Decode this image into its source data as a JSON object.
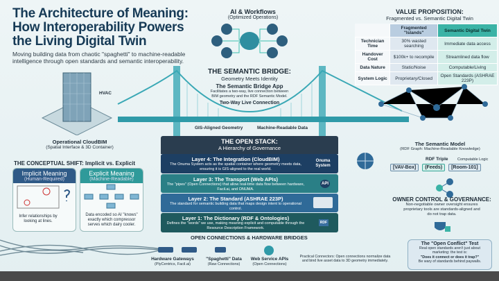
{
  "header": {
    "title_lines": [
      "The Architecture of Meaning:",
      "How Interoperability Powers",
      "the Living Digital Twin"
    ],
    "subtitle_lines": [
      "Moving building data from chaotic \"spaghetti\" to machine-readable",
      "intelligence through open standards and semantic interoperability."
    ]
  },
  "ai": {
    "title": "AI & Workflows",
    "subtitle": "(Optimized Operations)"
  },
  "value": {
    "title": "VALUE PROPOSITION:",
    "subtitle": "Fragmented vs. Semantic Digital Twin",
    "columns": [
      "",
      "Fragmented \"Islands\"",
      "Semantic Digital Twin"
    ],
    "rows": [
      [
        "Technician Time",
        "30% wasted searching",
        "Immediate data access"
      ],
      [
        "Handover Cost",
        "$100k+ to recompile",
        "Streamlined data flow"
      ],
      [
        "Data Nature",
        "Static/Noise",
        "Computable/Living"
      ],
      [
        "System Logic",
        "Proprietary/Closed",
        "Open Standards (ASHRAE 223P)"
      ]
    ],
    "colors": {
      "fragmented": "#b9cde0",
      "semantic": "#3bb3a6"
    }
  },
  "building": {
    "hvac": "HVAC",
    "title": "Operational CloudBIM",
    "subtitle": "(Spatial Interface & 3D Container)"
  },
  "bridge": {
    "title": "THE SEMANTIC BRIDGE:",
    "subtitle": "Geometry Meets Identity",
    "app_title": "The Semantic Bridge App",
    "app_desc_lines": [
      "Facilitates a two-way, live connection between",
      "BIM geometry and the RDF Semantic Model."
    ],
    "connection": "Two-Way Live Connection",
    "left_label": "GIS-Aligned Geometry",
    "right_label": "Machine-Readable Data"
  },
  "stack": {
    "title": "THE OPEN STACK:",
    "subtitle": "A Hierarchy of Governance",
    "layers": [
      {
        "title": "Layer 4: The Integration (CloudBIM)",
        "desc": "The Onuma System acts as the spatial container where geometry meets data, ensuring it is GIS-aligned to the real world.",
        "badge": "Onuma System",
        "color": "#1d3f63"
      },
      {
        "title": "Layer 3: The Transport (Web APIs)",
        "desc": "The \"pipes\" (Open Connections) that allow real-time data flow between hardware, Facil.ai, and ONUMA.",
        "badge": "API",
        "color": "#2a7f86"
      },
      {
        "title": "Layer 2: The Standard (ASHRAE 223P)",
        "desc": "The standard for semantic building data that maps design intent to operational control.",
        "badge": "",
        "color": "#2f6a98"
      },
      {
        "title": "Layer 1: The Dictionary (RDF & Ontologies)",
        "desc": "Defines the \"words\" we use, making meaning explicit and computable through the Resource Description Framework.",
        "badge": "RDF",
        "color": "#1f5a5e"
      }
    ]
  },
  "shift": {
    "title": "THE CONCEPTUAL SHIFT: Implicit vs. Explicit",
    "implicit": {
      "title": "Implicit Meaning",
      "subtitle": "(Human-Required)",
      "caption": "Infer relationships by looking at lines."
    },
    "explicit": {
      "title": "Explicit Meaning",
      "subtitle": "(Machine-Readable)",
      "caption": "Data encoded so AI \"knows\" exactly which compressor serves which dairy cooler."
    }
  },
  "semantic_model": {
    "title": "The Semantic Model",
    "subtitle": "(RDF Graph: Machine-Readable Knowledge)",
    "triple_label": "RDF Triple",
    "logic_label": "Computable Logic",
    "triple": [
      "[VAV-Box]",
      "(Feeds)",
      "[Room-101]"
    ]
  },
  "governance": {
    "title": "OWNER CONTROL & GOVERNANCE:",
    "desc": "Non-negotiable owner oversight ensures proprietary tools are standards-aligned and do not trap data."
  },
  "conflict": {
    "title": "The \"Open Conflict\" Test",
    "lines": [
      "Real open standards aren't just about",
      "marketing: the test is:",
      "\"Does it connect or does it trap?\"",
      "Be wary of standards behind paywalls."
    ]
  },
  "hardware": {
    "title": "OPEN CONNECTIONS & HARDWARE BRIDGES",
    "items": [
      {
        "label": "Hardware Gateways",
        "sub": "(PlyCentrics, Facil.ai)"
      },
      {
        "label": "\"Spaghetti\" Data",
        "sub": "(Raw Connections)"
      },
      {
        "label": "Web Service APIs",
        "sub": "(Open Connections)"
      }
    ],
    "note": "Practical Connectors: Open connections normalize data and bind live asset data to 3D geometry immediately."
  }
}
